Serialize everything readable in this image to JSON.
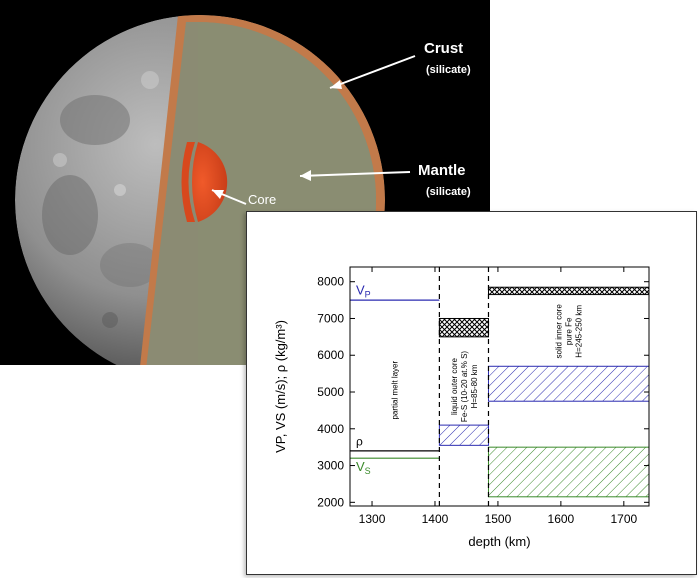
{
  "moon": {
    "crust_label": "Crust",
    "crust_sub": "(silicate)",
    "mantle_label": "Mantle",
    "mantle_sub": "(silicate)",
    "core_label": "Core"
  },
  "chart_data": {
    "type": "area",
    "xlabel": "depth (km)",
    "ylabel": "VP, VS (m/s); ρ (kg/m³)",
    "xlim": [
      1265,
      1740
    ],
    "ylim": [
      1900,
      8400
    ],
    "xticks": [
      1300,
      1400,
      1500,
      1600,
      1700
    ],
    "yticks": [
      2000,
      3000,
      4000,
      5000,
      6000,
      7000,
      8000
    ],
    "boundaries": [
      1407,
      1485
    ],
    "colors": {
      "vp": "#2b2bb0",
      "vs": "#3a8a2a",
      "rho": "#000000"
    },
    "series": [
      {
        "name": "VP",
        "segments": [
          {
            "x": [
              1265,
              1407
            ],
            "y": [
              7500,
              7500
            ]
          },
          {
            "x": [
              1407,
              1485
            ],
            "band": [
              3550,
              4100
            ]
          },
          {
            "x": [
              1485,
              1740
            ],
            "band": [
              4750,
              5700
            ]
          }
        ]
      },
      {
        "name": "ρ",
        "segments": [
          {
            "x": [
              1265,
              1407
            ],
            "y": [
              3400,
              3400
            ]
          },
          {
            "x": [
              1407,
              1485
            ],
            "band": [
              6500,
              7000
            ]
          },
          {
            "x": [
              1485,
              1740
            ],
            "band": [
              7650,
              7850
            ]
          }
        ]
      },
      {
        "name": "VS",
        "segments": [
          {
            "x": [
              1265,
              1407
            ],
            "y": [
              3200,
              3200
            ]
          },
          {
            "x": [
              1485,
              1740
            ],
            "band": [
              2150,
              3500
            ]
          }
        ]
      }
    ],
    "labels": {
      "vp_main": "V",
      "vp_sub": "P",
      "vs_main": "V",
      "vs_sub": "S",
      "rho": "ρ"
    },
    "annotations": [
      {
        "lines": [
          "partial melt layer"
        ]
      },
      {
        "lines": [
          "liquid outer core",
          "Fe-S (10-20 at.% S)",
          "H=85-80 km"
        ]
      },
      {
        "lines": [
          "solid inner core",
          "pure Fe",
          "H=245-250 km"
        ]
      }
    ]
  }
}
